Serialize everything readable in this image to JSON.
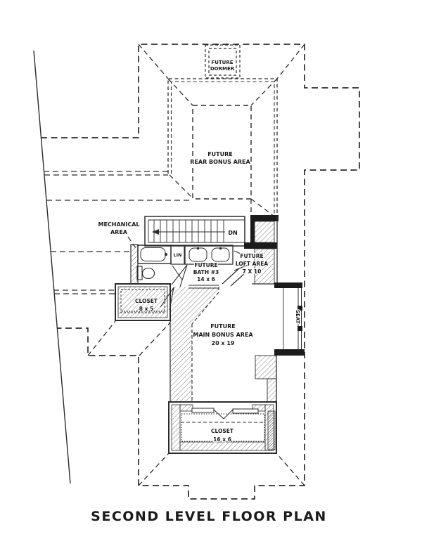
{
  "page": {
    "background": "#ffffff",
    "ink": "#2b2b2b"
  },
  "title": "SECOND LEVEL FLOOR PLAN",
  "labels": {
    "dormer": {
      "line1": "FUTURE",
      "line2": "DORMER"
    },
    "rear_bonus": {
      "line1": "FUTURE",
      "line2": "REAR BONUS AREA"
    },
    "mechanical": {
      "line1": "MECHANICAL",
      "line2": "AREA"
    },
    "bath": {
      "line1": "FUTURE",
      "line2": "BATH #3",
      "line3": "14 x 6"
    },
    "loft": {
      "line1": "FUTURE",
      "line2": "LOFT AREA",
      "line3": "7 X 10"
    },
    "closet_small": {
      "line1": "CLOSET",
      "line2": "8 x 5"
    },
    "main_bonus": {
      "line1": "FUTURE",
      "line2": "MAIN BONUS AREA",
      "line3": "20 x 19"
    },
    "closet_large": {
      "line1": "CLOSET",
      "line2": "16 x 6"
    },
    "linen": "LIN",
    "down": "DN",
    "seat": "SEAT"
  }
}
